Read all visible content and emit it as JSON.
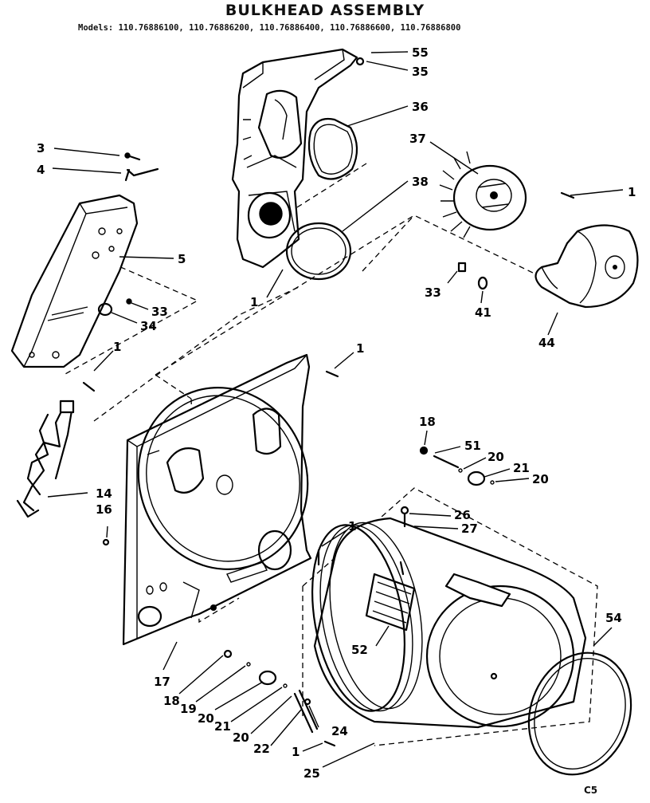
{
  "header": {
    "title": "BULKHEAD ASSEMBLY",
    "models": "Models: 110.76886100, 110.76886200, 110.76886400, 110.76886600, 110.76886800"
  },
  "footer": {
    "code": "C5"
  },
  "callouts": [
    {
      "id": "c55",
      "text": "55"
    },
    {
      "id": "c35",
      "text": "35"
    },
    {
      "id": "c36",
      "text": "36"
    },
    {
      "id": "c37",
      "text": "37"
    },
    {
      "id": "c38",
      "text": "38"
    },
    {
      "id": "c1a",
      "text": "1"
    },
    {
      "id": "c3",
      "text": "3"
    },
    {
      "id": "c4",
      "text": "4"
    },
    {
      "id": "c5",
      "text": "5"
    },
    {
      "id": "c33a",
      "text": "33"
    },
    {
      "id": "c34",
      "text": "34"
    },
    {
      "id": "c1b",
      "text": "1"
    },
    {
      "id": "c1c",
      "text": "1"
    },
    {
      "id": "c33b",
      "text": "33"
    },
    {
      "id": "c41",
      "text": "41"
    },
    {
      "id": "c44",
      "text": "44"
    },
    {
      "id": "c1d",
      "text": "1"
    },
    {
      "id": "c14",
      "text": "14"
    },
    {
      "id": "c16",
      "text": "16"
    },
    {
      "id": "c18a",
      "text": "18"
    },
    {
      "id": "c51",
      "text": "51"
    },
    {
      "id": "c20a",
      "text": "20"
    },
    {
      "id": "c21a",
      "text": "21"
    },
    {
      "id": "c20b",
      "text": "20"
    },
    {
      "id": "c26",
      "text": "26"
    },
    {
      "id": "c27",
      "text": "27"
    },
    {
      "id": "c1e",
      "text": "1"
    },
    {
      "id": "c54",
      "text": "54"
    },
    {
      "id": "c52",
      "text": "52"
    },
    {
      "id": "c17",
      "text": "17"
    },
    {
      "id": "c18b",
      "text": "18"
    },
    {
      "id": "c19",
      "text": "19"
    },
    {
      "id": "c20c",
      "text": "20"
    },
    {
      "id": "c21b",
      "text": "21"
    },
    {
      "id": "c20d",
      "text": "20"
    },
    {
      "id": "c22",
      "text": "22"
    },
    {
      "id": "c24",
      "text": "24"
    },
    {
      "id": "c1f",
      "text": "1"
    },
    {
      "id": "c25",
      "text": "25"
    }
  ]
}
